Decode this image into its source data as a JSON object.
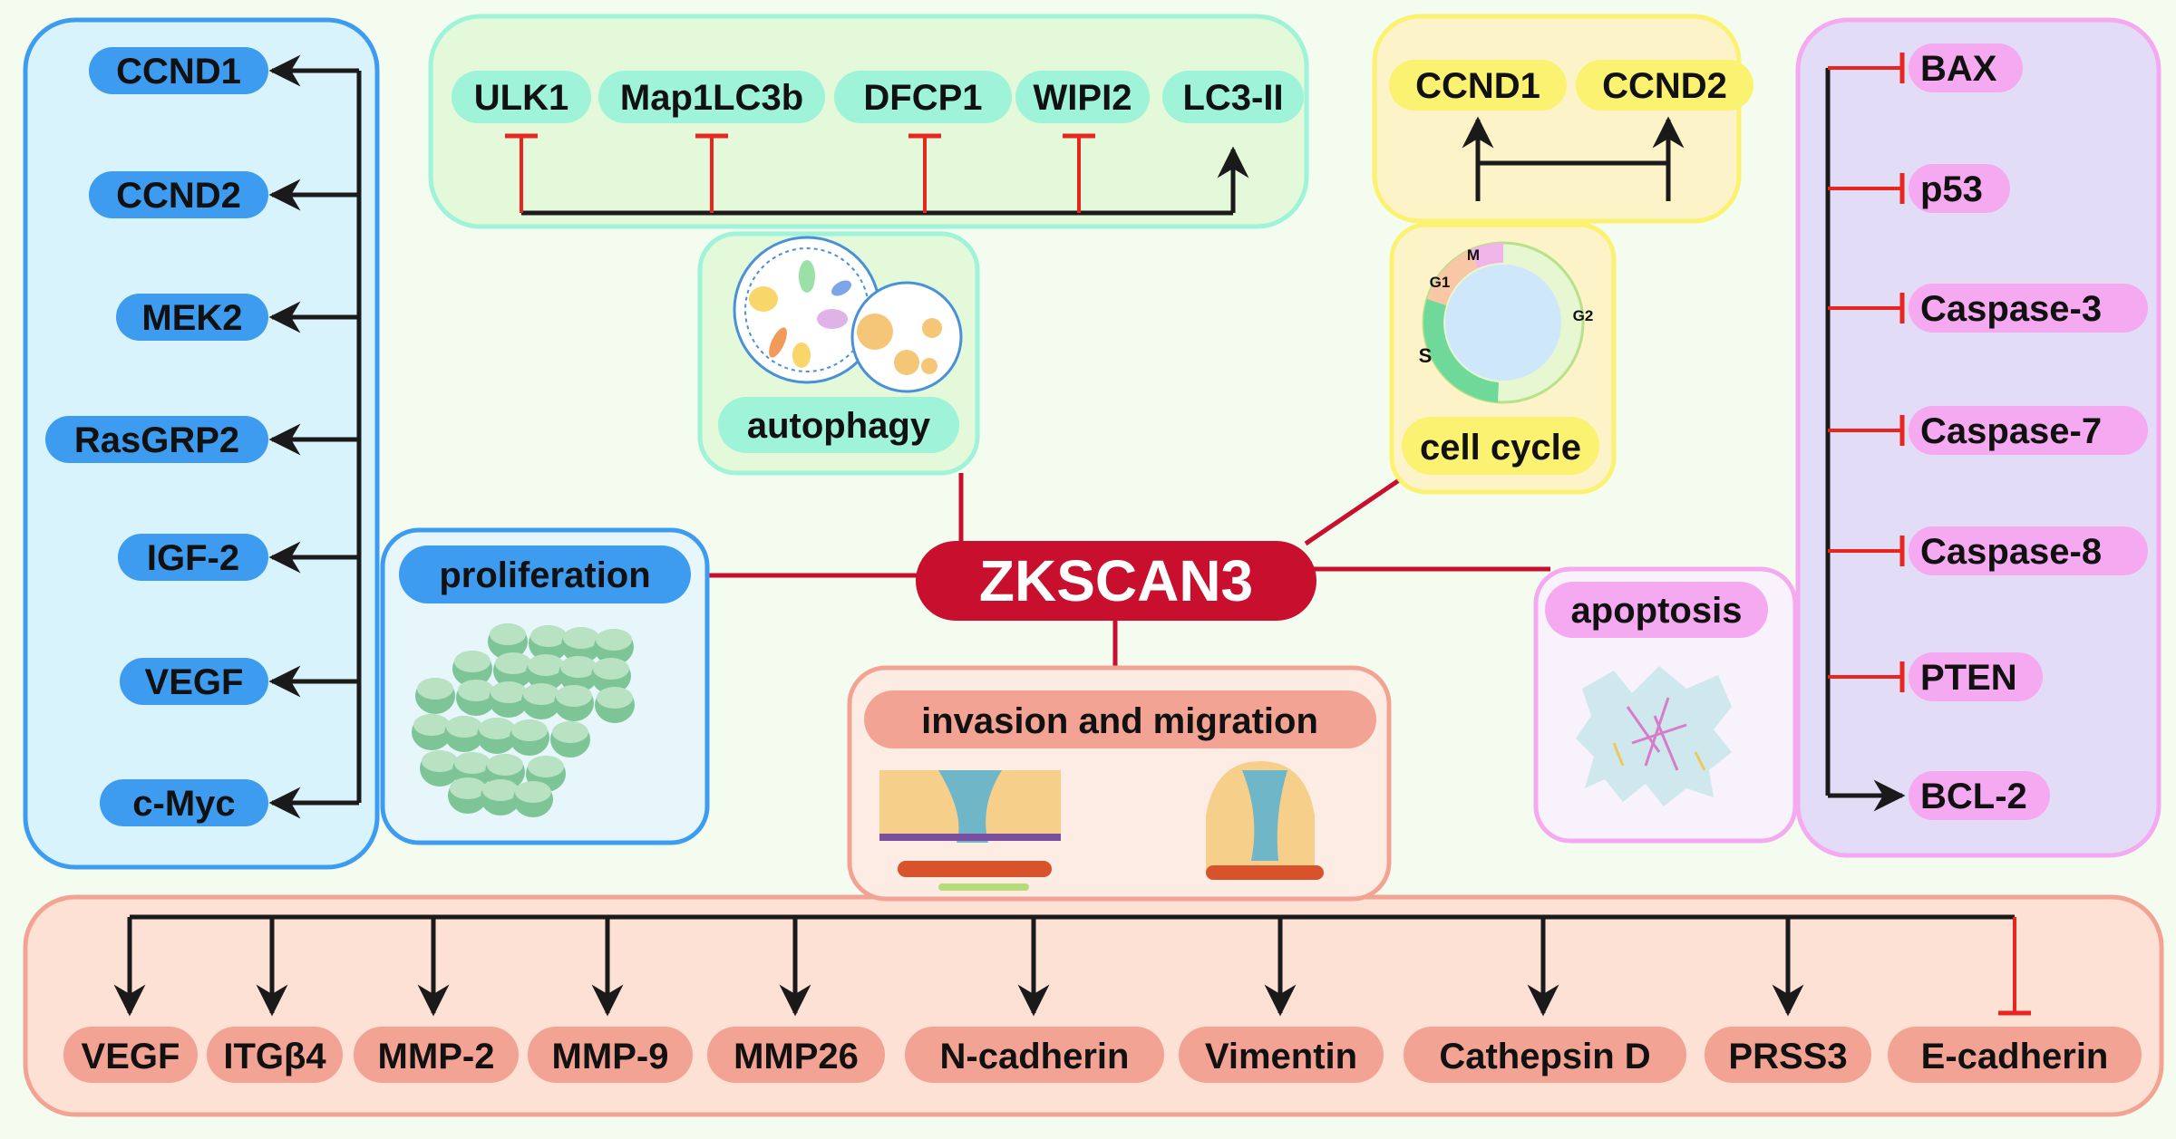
{
  "center": {
    "label": "ZKSCAN3"
  },
  "proliferation": {
    "title": "proliferation",
    "targets": [
      "CCND1",
      "CCND2",
      "MEK2",
      "RasGRP2",
      "IGF-2",
      "VEGF",
      "c-Myc"
    ]
  },
  "autophagy": {
    "title": "autophagy",
    "targets": [
      "ULK1",
      "Map1LC3b",
      "DFCP1",
      "WIPI2",
      "LC3-II"
    ]
  },
  "cell_cycle": {
    "title": "cell cycle",
    "targets": [
      "CCND1",
      "CCND2"
    ],
    "phases": [
      "M",
      "G1",
      "S",
      "G2"
    ]
  },
  "apoptosis": {
    "title": "apoptosis",
    "targets": [
      "BAX",
      "p53",
      "Caspase-3",
      "Caspase-7",
      "Caspase-8",
      "PTEN",
      "BCL-2"
    ]
  },
  "invasion": {
    "title": "invasion and migration",
    "targets": [
      "VEGF",
      "ITGβ4",
      "MMP-2",
      "MMP-9",
      "MMP26",
      "N-cadherin",
      "Vimentin",
      "Cathepsin D",
      "PRSS3",
      "E-cadherin"
    ]
  },
  "colors": {
    "repress": "#e8261f",
    "activate": "#1a1a1a",
    "center": "#c8102e",
    "proliferation_panel": "#d9f3fc",
    "proliferation_pill": "#3d9cf0",
    "autophagy_panel": "#e3f9d9",
    "autophagy_pill": "#9ef3d8",
    "cellcycle_panel": "#fdf3c8",
    "cellcycle_pill": "#fbf272",
    "apoptosis_panel": "#e3dcf7",
    "apoptosis_pill": "#f4a9f0",
    "invasion_panel": "#fde1d4",
    "invasion_pill": "#f3a393"
  }
}
